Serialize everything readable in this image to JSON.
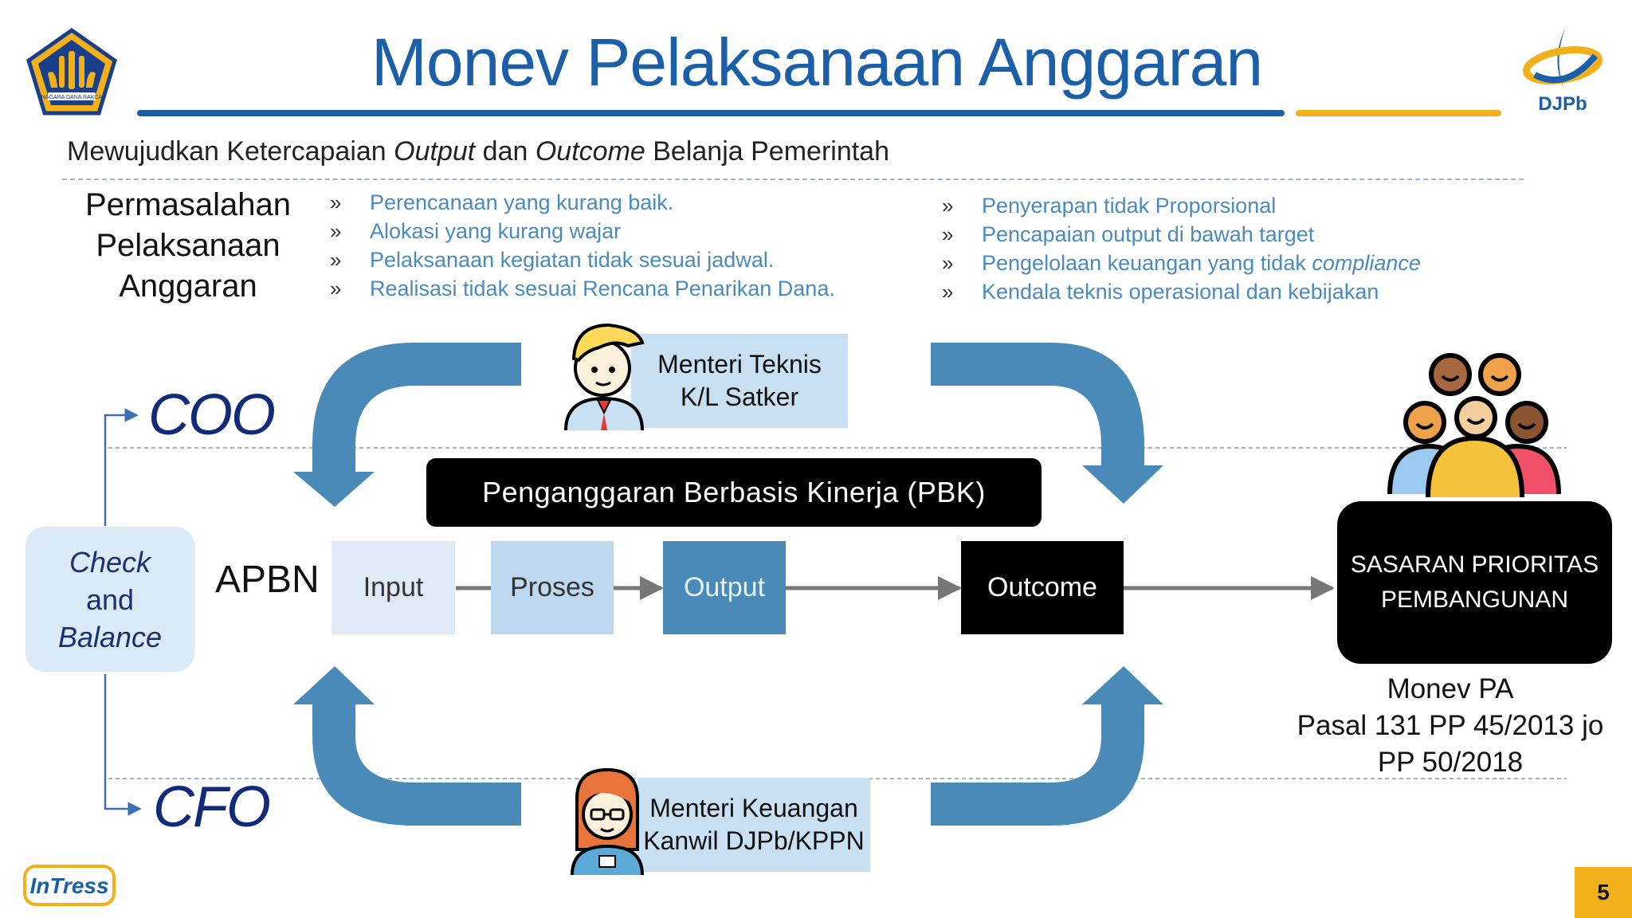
{
  "header": {
    "title": "Monev Pelaksanaan Anggaran",
    "logo_right_text": "DJPb",
    "logo_left_motto": "NAGARA DANA RAKCA"
  },
  "subtitle": {
    "part1": "Mewujudkan Ketercapaian ",
    "output_word": "Output",
    "part2": " dan ",
    "outcome_word": "Outcome",
    "part3": " Belanja Pemerintah"
  },
  "problems": {
    "title_lines": [
      "Permasalahan",
      "Pelaksanaan",
      "Anggaran"
    ],
    "bullet_glyph": "»",
    "list_left": [
      "Perencanaan yang kurang baik.",
      "Alokasi yang kurang wajar",
      "Pelaksanaan kegiatan tidak sesuai jadwal.",
      "Realisasi tidak sesuai Rencana Penarikan Dana."
    ],
    "list_right": [
      "Penyerapan tidak Proporsional",
      "Pencapaian output di bawah target",
      "Pengelolaan keuangan yang tidak ",
      "Kendala teknis operasional dan kebijakan"
    ],
    "list_right_italic_suffix": "compliance"
  },
  "diagram": {
    "coo_label": "COO",
    "cfo_label": "CFO",
    "check_balance": [
      "Check",
      "and",
      "Balance"
    ],
    "apbn_label": "APBN",
    "pbk_label": "Penganggaran Berbasis Kinerja (PBK)",
    "flow": [
      "Input",
      "Proses",
      "Output",
      "Outcome"
    ],
    "target_lines": [
      "SASARAN PRIORITAS",
      "PEMBANGUNAN"
    ],
    "minister_top": [
      "Menteri Teknis",
      "K/L Satker"
    ],
    "minister_bottom": [
      "Menteri Keuangan",
      "Kanwil DJPb/KPPN"
    ],
    "monev_lines": [
      "Monev PA",
      "Pasal 131 PP 45/2013 jo",
      "PP 50/2018"
    ]
  },
  "footer": {
    "logo_text": "InTress",
    "page_number": "5"
  },
  "colors": {
    "title_blue": "#1a5fa8",
    "accent_yellow": "#f2b11a",
    "arrow_blue": "#4a8ab8",
    "role_navy": "#112a7a"
  }
}
